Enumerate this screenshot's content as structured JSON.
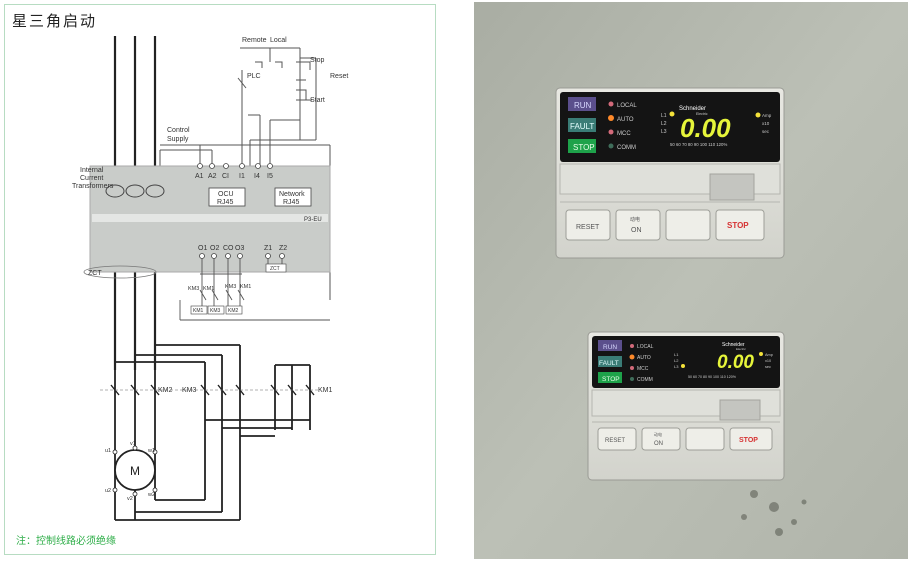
{
  "left": {
    "title": "星三角启动",
    "note": "注：控制线路必须绝缘",
    "labels": {
      "remote": "Remote",
      "local": "Local",
      "plc": "PLC",
      "stop": "Stop",
      "start": "Start",
      "reset": "Reset",
      "control1": "Control",
      "control2": "Supply",
      "internal1": "Internal",
      "internal2": "Current",
      "internal3": "Transformers",
      "a1": "A1",
      "a2": "A2",
      "ci": "CI",
      "i1": "I1",
      "i4": "I4",
      "i5": "I5",
      "ocu1": "OCU",
      "ocu2": "RJ45",
      "net1": "Network",
      "net2": "RJ45",
      "model": "P3-EU",
      "o1": "O1",
      "o2": "O2",
      "co": "CO",
      "o3": "O3",
      "z1": "Z1",
      "z2": "Z2",
      "zct_box": "ZCT",
      "zct": "ZCT",
      "km3a": "KM3",
      "km1a": "KM1",
      "km3b": "KM3",
      "km1b": "KM1",
      "km1_box": "KM1",
      "km3_box": "KM3",
      "km2_box": "KM2",
      "km2": "KM2",
      "km3": "KM3",
      "km1": "KM1",
      "motor": "M",
      "u1": "u1",
      "v1": "v1",
      "w1": "w1",
      "u2": "u2",
      "v2": "v2",
      "w2": "w2"
    }
  },
  "right": {
    "top": {
      "run": "RUN",
      "fault": "FAULT",
      "stop": "STOP",
      "local": "LOCAL",
      "auto": "AUTO",
      "mcc": "MCC",
      "comm": "COMM",
      "l1": "L1",
      "l2": "L2",
      "l3": "L3",
      "display": "0.00",
      "brand": "Schneider",
      "brand_sub": "Electric",
      "u1": "Amp",
      "u2": "x10",
      "u3": "sec",
      "scale": "50 60 70 80 90 100 110 120%",
      "reset": "RESET",
      "on_cn": "动电",
      "on": "ON",
      "stop_btn": "STOP"
    },
    "bottom": {
      "run": "RUN",
      "fault": "FAULT",
      "stop": "STOP",
      "local": "LOCAL",
      "auto": "AUTO",
      "mcc": "MCC",
      "comm": "COMM",
      "l1": "L1",
      "l2": "L2",
      "l3": "L3",
      "display": "0.00",
      "brand": "Schneider",
      "brand_sub": "Electric",
      "u1": "Amp",
      "u2": "x10",
      "u3": "sec",
      "scale": "50 60 70 80 90 100 110 120%",
      "reset": "RESET",
      "on_cn": "动电",
      "on": "ON",
      "stop_btn": "STOP"
    }
  },
  "colors": {
    "accent_green": "#2fae49",
    "digit_yellow": "#e6f53a",
    "stop_red": "#d63232",
    "panel_bg": "#111111",
    "wall": "#b4b8ae"
  }
}
